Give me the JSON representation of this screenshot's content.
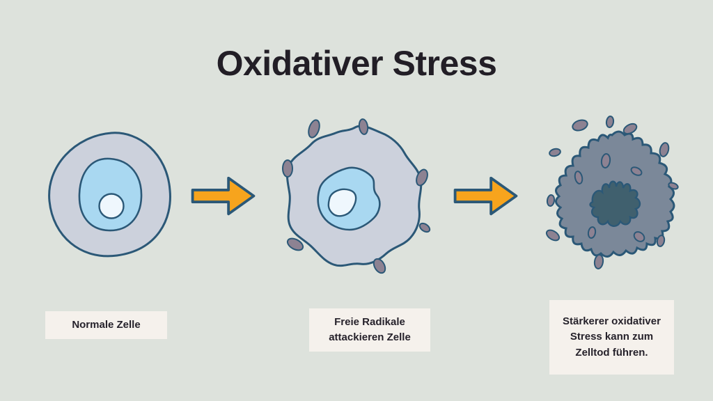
{
  "title": "Oxidativer Stress",
  "stages": [
    {
      "id": "normal-cell",
      "label": "Normale Zelle"
    },
    {
      "id": "attacked-cell",
      "label": "Freie Radikale attackieren Zelle"
    },
    {
      "id": "cell-death",
      "label": "Stärkerer oxidativer Stress kann zum Zelltod führen."
    }
  ],
  "arrows": [
    {
      "icon": "arrow-right-icon"
    },
    {
      "icon": "arrow-right-icon"
    }
  ],
  "colors": {
    "background": "#dde2dc",
    "title_text": "#221e26",
    "outline": "#2b5877",
    "cell_body": "#ccd1dc",
    "nucleus": "#a9d8f1",
    "nucleolus": "#eff7fd",
    "dying_cell_body": "#7b8899",
    "dying_nucleus": "#40606e",
    "free_radical": "#8d8292",
    "arrow_fill": "#f7a41d",
    "label_background": "#f5f1ec",
    "label_text": "#26222b"
  }
}
